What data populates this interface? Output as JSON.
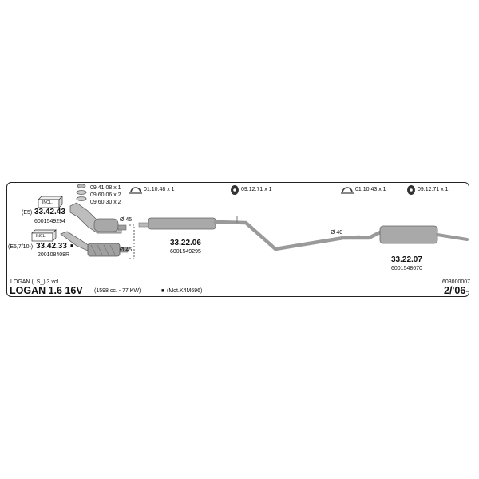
{
  "hardware": {
    "kit_lines": [
      "09.41.08 x 1",
      "09.60.06 x 2",
      "09.60.30 x 2"
    ],
    "clamp_a": "01.10.48 x 1",
    "hanger_a": "09.12.71 x 1",
    "clamp_b": "01.10.43 x 1",
    "hanger_b": "09.12.71 x 1"
  },
  "parts": {
    "cat_e5": {
      "norm": "(E5)",
      "box_label": "INCL.",
      "code": "33.42.43",
      "oem": "6001549294",
      "diameter": "Ø 45"
    },
    "cat_e5710": {
      "norm": "(E5,7/10-)",
      "box_label": "INCL.",
      "code": "33.42.33",
      "marker": "■",
      "oem": "200108408R",
      "diameter": "Ø 45"
    },
    "middle": {
      "code": "33.22.06",
      "oem": "6001549295"
    },
    "pipe": {
      "diameter": "Ø 40"
    },
    "rear": {
      "code": "33.22.07",
      "oem": "6001548670"
    }
  },
  "vehicle": {
    "model_small": "LOGAN (LS_) 3 vol.",
    "model_big": "LOGAN 1.6 16V",
    "engine_spec": "(1598 cc. - 77  KW)",
    "motor_marker": "■",
    "motor_code": "(Mot.K4M696)",
    "drawing_number": "603000007",
    "date_from": "2/'06-"
  }
}
